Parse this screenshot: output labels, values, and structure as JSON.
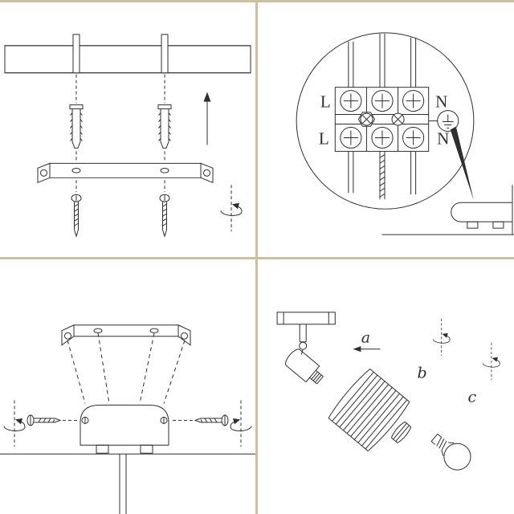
{
  "document": {
    "type": "lighting-fixture-mounting-instructions",
    "background": "#ffffff",
    "divider_color": "#cbc19f",
    "ink_color": "#2f2f2f"
  },
  "panels": {
    "step1": {
      "name": "drill-and-bracket-mounting",
      "icons": [
        "up-arrow-icon",
        "rotation-axis-icon"
      ],
      "parts": [
        "ceiling-cross-section",
        "wall-plug-left",
        "wall-plug-right",
        "mounting-bracket",
        "screw-left",
        "screw-right"
      ]
    },
    "step2": {
      "name": "terminal-block-wiring-detail",
      "terminal_labels": {
        "top_left": "L",
        "top_right": "N",
        "bottom_left": "L",
        "bottom_right": "N"
      },
      "icons": [
        "magnifier-circle",
        "earth-ground-icon"
      ],
      "parts": [
        "terminal-block",
        "supply-wires",
        "earth-wire",
        "ceiling-canopy"
      ]
    },
    "step3": {
      "name": "canopy-to-bracket-fastening",
      "icons": [
        "rotation-axis-icon-left",
        "rotation-axis-icon-right"
      ],
      "parts": [
        "mounting-bracket",
        "ceiling-canopy",
        "side-screw-left",
        "side-screw-right",
        "hanging-tube"
      ]
    },
    "step4": {
      "name": "shade-ring-and-bulb-assembly",
      "part_labels": {
        "shade": "a",
        "ring": "b",
        "bulb": "c"
      },
      "icons": [
        "slide-arrow-icon",
        "rotation-axis-icon-b",
        "rotation-axis-icon-c"
      ],
      "parts": [
        "track-spotlight-head",
        "ribbed-shade",
        "ribbed-ring",
        "light-bulb"
      ]
    }
  }
}
